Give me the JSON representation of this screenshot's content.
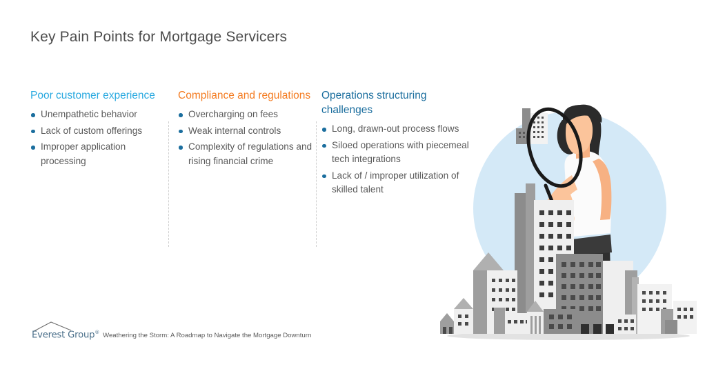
{
  "page_title": "Key Pain Points for Mortgage Servicers",
  "colors": {
    "title": "#4d4d4d",
    "heading_light_blue": "#29a9e0",
    "heading_orange": "#f47b20",
    "heading_dark_blue": "#1b6e9e",
    "bullet_dot": "#1b6e9e",
    "body_text": "#595959",
    "divider": "#cfcfcf",
    "circle_backdrop": "#d4e9f7",
    "logo_text": "#4a6f8a"
  },
  "columns": [
    {
      "heading": "Poor customer experience",
      "heading_color": "#29a9e0",
      "bullets": [
        "Unempathetic behavior",
        "Lack of custom offerings",
        "Improper application processing"
      ]
    },
    {
      "heading": "Compliance and regulations",
      "heading_color": "#f47b20",
      "bullets": [
        "Overcharging on fees",
        "Weak internal controls",
        "Complexity of regulations and rising financial crime"
      ]
    },
    {
      "heading": "Operations structuring challenges",
      "heading_color": "#1b6e9e",
      "bullets": [
        "Long, drawn-out process flows",
        "Siloed operations with piecemeal tech integrations",
        "Lack of / improper utilization of skilled talent"
      ]
    }
  ],
  "footer": {
    "logo_name": "Everest Group",
    "logo_registered_mark": "®",
    "caption": "Weathering the Storm: A Roadmap to Navigate the Mortgage Downturn"
  },
  "illustration": {
    "description": "Woman holding a magnifying glass standing on a city skyline with a pale blue circle backdrop",
    "icon_names": [
      "magnifying-glass",
      "woman-figure",
      "held-buildings",
      "city-skyline",
      "circle-backdrop",
      "ground-shadow"
    ]
  }
}
